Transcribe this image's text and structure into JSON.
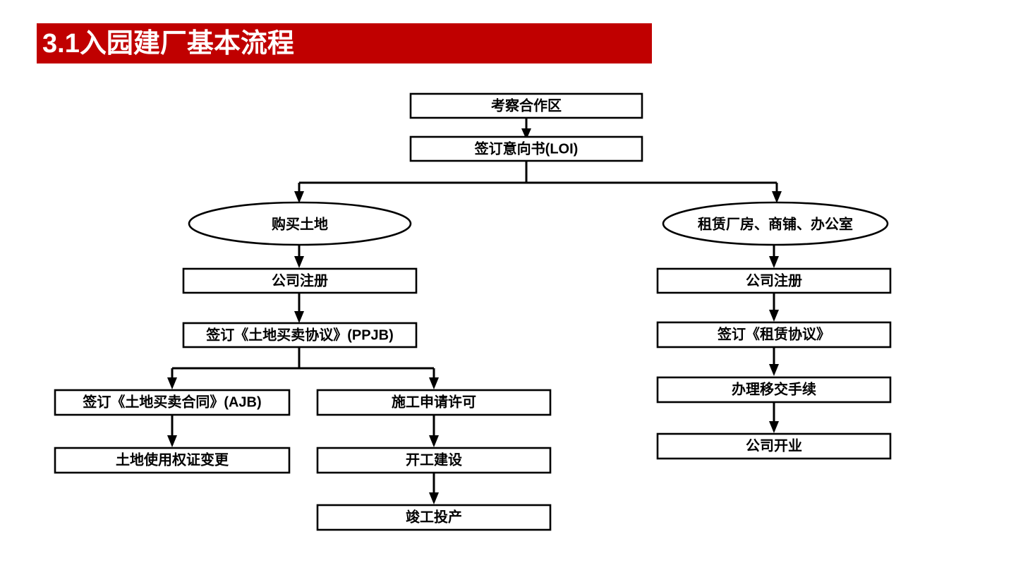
{
  "slide": {
    "title": "3.1入园建厂基本流程",
    "banner_color": "#C00000",
    "title_color": "#FFFFFF",
    "background_color": "#FFFFFF"
  },
  "diagram": {
    "type": "flowchart",
    "line_color": "#000000",
    "node_fill": "#FFFFFF",
    "nodes": {
      "survey": {
        "label": "考察合作区",
        "shape": "rect"
      },
      "loi": {
        "label": "签订意向书(LOI)",
        "shape": "rect"
      },
      "buy_land": {
        "label": "购买土地",
        "shape": "ellipse"
      },
      "lease": {
        "label": "租赁厂房、商铺、办公室",
        "shape": "ellipse"
      },
      "company_reg_left": {
        "label": "公司注册",
        "shape": "rect"
      },
      "ppjb": {
        "label": "签订《土地买卖协议》(PPJB)",
        "shape": "rect"
      },
      "ajb": {
        "label": "签订《土地买卖合同》(AJB)",
        "shape": "rect"
      },
      "land_cert": {
        "label": "土地使用权证变更",
        "shape": "rect"
      },
      "build_permit": {
        "label": "施工申请许可",
        "shape": "rect"
      },
      "start_build": {
        "label": "开工建设",
        "shape": "rect"
      },
      "complete": {
        "label": "竣工投产",
        "shape": "rect"
      },
      "company_reg_right": {
        "label": "公司注册",
        "shape": "rect"
      },
      "lease_agreement": {
        "label": "签订《租赁协议》",
        "shape": "rect"
      },
      "handover": {
        "label": "办理移交手续",
        "shape": "rect"
      },
      "open_business": {
        "label": "公司开业",
        "shape": "rect"
      }
    },
    "edges": [
      {
        "from": "survey",
        "to": "loi"
      },
      {
        "from": "loi",
        "to": "buy_land"
      },
      {
        "from": "loi",
        "to": "lease"
      },
      {
        "from": "buy_land",
        "to": "company_reg_left"
      },
      {
        "from": "company_reg_left",
        "to": "ppjb"
      },
      {
        "from": "ppjb",
        "to": "ajb"
      },
      {
        "from": "ppjb",
        "to": "build_permit"
      },
      {
        "from": "ajb",
        "to": "land_cert"
      },
      {
        "from": "build_permit",
        "to": "start_build"
      },
      {
        "from": "start_build",
        "to": "complete"
      },
      {
        "from": "lease",
        "to": "company_reg_right"
      },
      {
        "from": "company_reg_right",
        "to": "lease_agreement"
      },
      {
        "from": "lease_agreement",
        "to": "handover"
      },
      {
        "from": "handover",
        "to": "open_business"
      }
    ]
  }
}
